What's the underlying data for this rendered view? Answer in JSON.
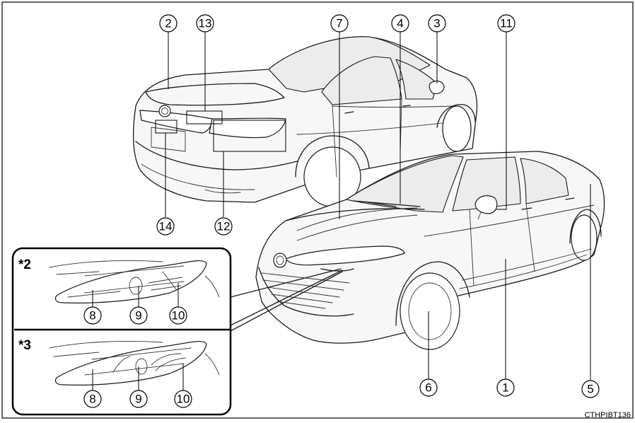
{
  "diagram": {
    "callouts": [
      "1",
      "2",
      "3",
      "4",
      "5",
      "6",
      "7",
      "8",
      "9",
      "10",
      "11",
      "12",
      "13",
      "14"
    ],
    "inset_labels": [
      "*2",
      "*3"
    ],
    "figure_code": "CTHPIBT136"
  },
  "colors": {
    "line": "#1a1a1a",
    "background": "#ffffff",
    "frame": "#000000"
  }
}
